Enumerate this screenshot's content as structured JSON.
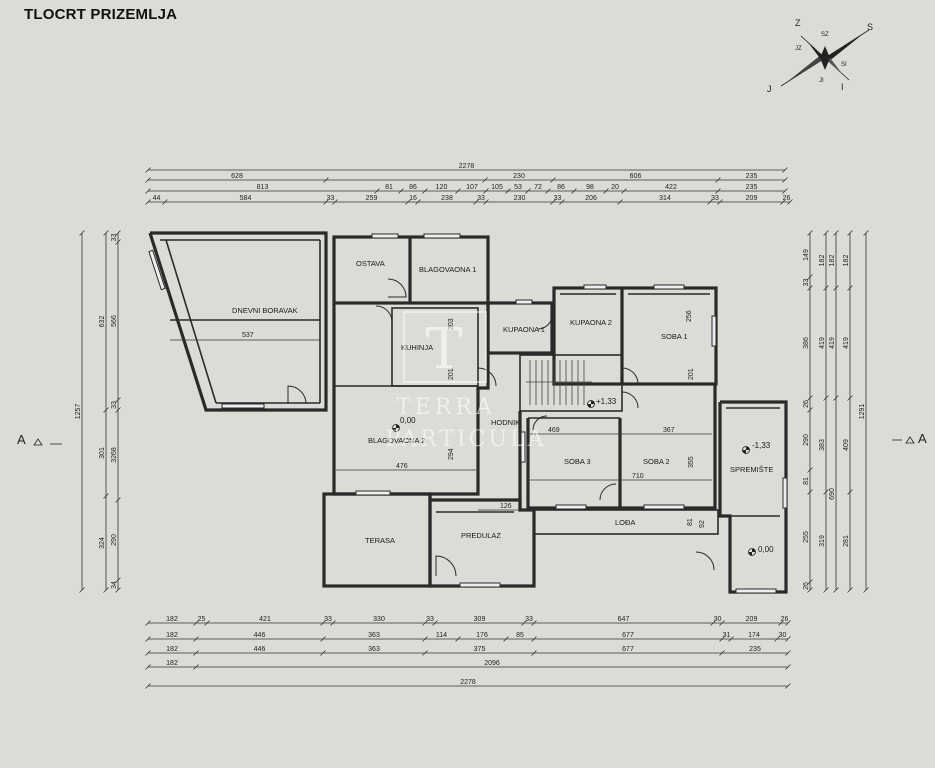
{
  "title": "TLOCRT PRIZEMLJA",
  "watermark": {
    "line1": "TERRA",
    "line2": "PARTICULA"
  },
  "section_marker": "A",
  "compass": {
    "n": "S",
    "s": "J",
    "e": "I",
    "w": "Z",
    "ne": "SI",
    "nw": "SZ",
    "se": "JI",
    "sw": "JZ"
  },
  "rooms": {
    "dnevni_boravak": "DNEVNI BORAVAK",
    "ostava": "OSTAVA",
    "blagovaona1": "BLAGOVAONA 1",
    "kuhinja": "KUHINJA",
    "blagovaona2": "BLAGOVAONA 2",
    "kupaona1": "KUPAONA 1",
    "kupaona2": "KUPAONA 2",
    "soba1": "SOBA 1",
    "hodnik": "HODNIK",
    "soba3": "SOBA 3",
    "soba2": "SOBA 2",
    "spremiste": "SPREMIŠTE",
    "loda": "LOĐA",
    "terasa": "TERASA",
    "predulaz": "PREDULAZ"
  },
  "levels": {
    "l1": "0,00",
    "l2": "+1,33",
    "l3": "-1,33",
    "l4": "0,00"
  },
  "inner_dims": {
    "d537": "537",
    "d203": "203",
    "d201a": "201",
    "d294": "294",
    "d476": "476",
    "d256": "256",
    "d201b": "201",
    "d469": "469",
    "d367": "367",
    "d355": "355",
    "d710": "710",
    "d126": "126",
    "d81": "81",
    "d92": "92"
  },
  "dims_top": {
    "r1": [
      [
        "2278",
        148,
        785
      ]
    ],
    "r2": [
      [
        "628",
        148,
        326
      ],
      [
        "230",
        485,
        553
      ],
      [
        "606",
        553,
        718
      ],
      [
        "235",
        718,
        785
      ]
    ],
    "r3": [
      [
        "813",
        148,
        377
      ],
      [
        "81",
        377,
        401
      ],
      [
        "86",
        401,
        425
      ],
      [
        "120",
        425,
        458
      ],
      [
        "107",
        458,
        486
      ],
      [
        "105",
        486,
        508
      ],
      [
        "53",
        508,
        528
      ],
      [
        "72",
        528,
        548
      ],
      [
        "86",
        548,
        574
      ],
      [
        "98",
        574,
        606
      ],
      [
        "20",
        606,
        624
      ],
      [
        "422",
        624,
        718
      ],
      [
        "235",
        718,
        785
      ]
    ],
    "r4": [
      [
        "44",
        148,
        165
      ],
      [
        "584",
        165,
        326
      ],
      [
        "33",
        326,
        335
      ],
      [
        "259",
        335,
        408
      ],
      [
        "16",
        408,
        418
      ],
      [
        "238",
        418,
        476
      ],
      [
        "33",
        476,
        486
      ],
      [
        "230",
        486,
        553
      ],
      [
        "33",
        553,
        562
      ],
      [
        "206",
        562,
        620
      ],
      [
        "314",
        620,
        710
      ],
      [
        "33",
        710,
        720
      ],
      [
        "209",
        720,
        783
      ],
      [
        "26",
        783,
        790
      ]
    ]
  },
  "dims_bottom": {
    "r1": [
      [
        "182",
        148,
        196
      ],
      [
        "25",
        196,
        207
      ],
      [
        "421",
        207,
        323
      ],
      [
        "33",
        323,
        333
      ],
      [
        "330",
        333,
        425
      ],
      [
        "33",
        425,
        435
      ],
      [
        "309",
        435,
        524
      ],
      [
        "33",
        524,
        534
      ],
      [
        "647",
        534,
        713
      ],
      [
        "30",
        713,
        722
      ],
      [
        "209",
        722,
        781
      ],
      [
        "26",
        781,
        788
      ]
    ],
    "r2": [
      [
        "182",
        148,
        196
      ],
      [
        "446",
        196,
        323
      ],
      [
        "363",
        323,
        425
      ],
      [
        "114",
        425,
        458
      ],
      [
        "176",
        458,
        506
      ],
      [
        "85",
        506,
        534
      ],
      [
        "677",
        534,
        722
      ],
      [
        "31",
        722,
        731
      ],
      [
        "174",
        731,
        777
      ],
      [
        "30",
        777,
        788
      ]
    ],
    "r3": [
      [
        "182",
        148,
        196
      ],
      [
        "446",
        196,
        323
      ],
      [
        "363",
        323,
        425
      ],
      [
        "375",
        425,
        534
      ],
      [
        "677",
        534,
        722
      ],
      [
        "235",
        722,
        788
      ]
    ],
    "r4": [
      [
        "182",
        148,
        196
      ],
      [
        "2096",
        196,
        788
      ]
    ],
    "r5": [
      [
        "2278",
        148,
        788
      ]
    ]
  },
  "dims_left": {
    "c1": [
      [
        "1257",
        233,
        590
      ]
    ],
    "c2": [
      [
        "632",
        233,
        410
      ],
      [
        "301",
        410,
        496
      ],
      [
        "324",
        496,
        590
      ]
    ],
    "c3": [
      [
        "33",
        233,
        242
      ],
      [
        "566",
        242,
        400
      ],
      [
        "33",
        400,
        410
      ],
      [
        "3268",
        410,
        500
      ],
      [
        "290",
        500,
        580
      ],
      [
        "34",
        580,
        590
      ]
    ]
  },
  "dims_right": {
    "c1": [
      [
        "149",
        233,
        277
      ],
      [
        "33",
        277,
        288
      ],
      [
        "386",
        288,
        398
      ],
      [
        "26",
        398,
        410
      ],
      [
        "290",
        410,
        470
      ],
      [
        "81",
        470,
        492
      ],
      [
        "255",
        492,
        582
      ],
      [
        "26",
        582,
        590
      ]
    ],
    "c2": [
      [
        "182",
        233,
        288
      ],
      [
        "419",
        288,
        398
      ],
      [
        "383",
        398,
        492
      ],
      [
        "319",
        492,
        590
      ]
    ],
    "c3": [
      [
        "182",
        233,
        288
      ],
      [
        "419",
        288,
        398
      ],
      [
        "690",
        398,
        590
      ]
    ],
    "c4": [
      [
        "182",
        233,
        288
      ],
      [
        "419",
        288,
        398
      ],
      [
        "409",
        398,
        492
      ],
      [
        "281",
        492,
        590
      ]
    ],
    "c5": [
      [
        "1291",
        233,
        590
      ]
    ]
  }
}
